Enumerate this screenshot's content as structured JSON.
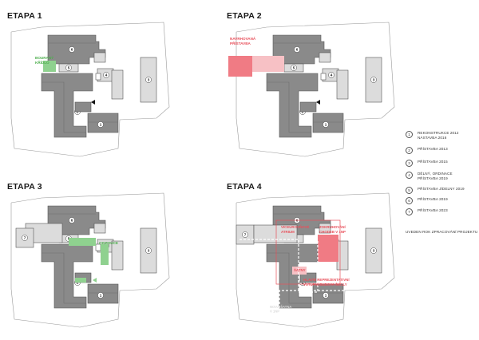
{
  "panels": [
    {
      "title": "ETAPA 1",
      "labels": [
        {
          "lines": [
            "BOURANÝ",
            "KŘÍDLO"
          ],
          "color": "#5cb85c"
        }
      ]
    },
    {
      "title": "ETAPA 2",
      "labels": [
        {
          "lines": [
            "NAVRHOVANÁ",
            "PŘÍSTAVBA"
          ],
          "color": "#e8505b"
        }
      ]
    },
    {
      "title": "ETAPA 3",
      "labels": [
        {
          "lines": [
            "OKMOUCE"
          ],
          "color": "#5cb85c"
        }
      ]
    },
    {
      "title": "ETAPA 4",
      "labels": [
        {
          "lines": [
            "VÍCEÚROVŇOVÉ",
            "ATRIUM"
          ],
          "color": "#e8505b"
        },
        {
          "lines": [
            "ZOKRUHOVÁNÍ",
            "CHODEB V 1NP"
          ],
          "color": "#e8505b"
        },
        {
          "lines": [
            "ŠATNY"
          ],
          "color": "#e8505b"
        },
        {
          "lines": [
            "HLAVNÍ REPREZENTATIVNÍ",
            "VSTUPNÍ BUDOVA ŠKOLY"
          ],
          "color": "#e8505b"
        },
        {
          "lines": [
            "NOVÁ ŠATNA",
            "V 1NP"
          ],
          "color": "#ffffff"
        }
      ]
    }
  ],
  "building_numbers": [
    "1",
    "2",
    "3",
    "4",
    "5",
    "6",
    "7"
  ],
  "legend": [
    {
      "num": "1",
      "lines": [
        "REKONSTRUKCE 2012",
        "NÁSTAVBA 2016"
      ]
    },
    {
      "num": "2",
      "lines": [
        "PŘÍSTAVBA 2013"
      ]
    },
    {
      "num": "3",
      "lines": [
        "PŘÍSTAVBA 2015"
      ]
    },
    {
      "num": "4",
      "lines": [
        "DĚLNÝ, ORDINACE",
        "PŘÍSTAVBA 2019"
      ]
    },
    {
      "num": "5",
      "lines": [
        "PŘÍSTAVBA JÍDELNY 2019"
      ]
    },
    {
      "num": "6",
      "lines": [
        "PŘÍSTAVBA 2019"
      ]
    },
    {
      "num": "7",
      "lines": [
        "PŘÍSTAVBA 2023"
      ]
    }
  ],
  "legend_note": "UVEDEN ROK ZPRACOVÁNÍ PROJEKTU",
  "colors": {
    "building_fill": "#8a8a8a",
    "building_dark": "#6e6e6e",
    "light_fill": "#dcdcdc",
    "outline": "#555555",
    "site_line": "#9a9a9a",
    "green": "#8fd18f",
    "green_text": "#4cae4c",
    "red_light": "#f7c1c5",
    "red_strong": "#f07b84",
    "red_line": "#e8505b"
  }
}
